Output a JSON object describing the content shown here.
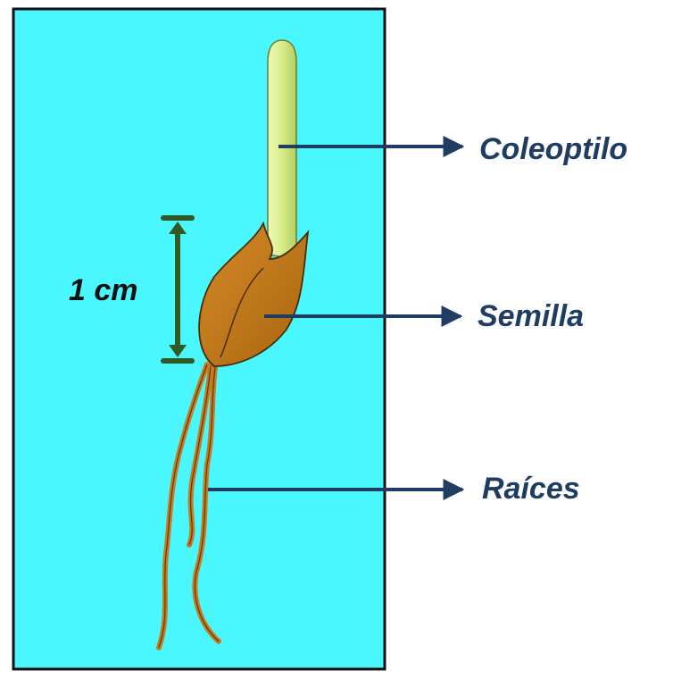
{
  "diagram": {
    "scale_label": "1 cm",
    "labels": {
      "coleoptile": "Coleoptilo",
      "seed": "Semilla",
      "roots": "Raíces"
    }
  },
  "colors": {
    "background_panel": "#4af7ff",
    "panel_border": "#111111",
    "coleoptile": "#d9ef8f",
    "seed": "#c77b1e",
    "roots": "#c77b1e",
    "arrows": "#1f3d63",
    "scale_bar": "#2f5a22"
  },
  "icons": {
    "coleoptile_arrow": "arrow-right-icon",
    "seed_arrow": "arrow-right-icon",
    "roots_arrow": "arrow-right-icon",
    "scale_bar": "double-arrow-vertical-icon"
  }
}
